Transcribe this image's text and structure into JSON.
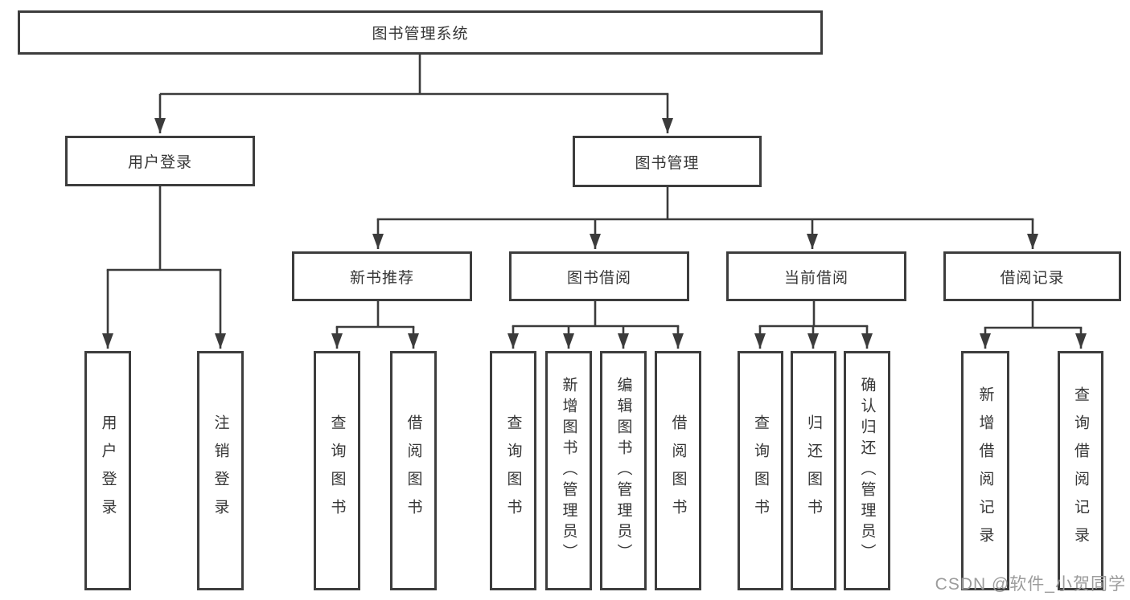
{
  "tree": {
    "root": {
      "label": "图书管理系统"
    },
    "branches": [
      {
        "label": "用户登录",
        "children": [
          {
            "label": "用户登录"
          },
          {
            "label": "注销登录"
          }
        ]
      },
      {
        "label": "图书管理",
        "children": [
          {
            "label": "新书推荐",
            "children": [
              {
                "label": "查询图书"
              },
              {
                "label": "借阅图书"
              }
            ]
          },
          {
            "label": "图书借阅",
            "children": [
              {
                "label": "查询图书"
              },
              {
                "label": "新增图书（管理员）"
              },
              {
                "label": "编辑图书（管理员）"
              },
              {
                "label": "借阅图书"
              }
            ]
          },
          {
            "label": "当前借阅",
            "children": [
              {
                "label": "查询图书"
              },
              {
                "label": "归还图书"
              },
              {
                "label": "确认归还（管理员）"
              }
            ]
          },
          {
            "label": "借阅记录",
            "children": [
              {
                "label": "新增借阅记录"
              },
              {
                "label": "查询借阅记录"
              }
            ]
          }
        ]
      }
    ]
  },
  "watermark": {
    "text": "CSDN @软件_小贺同学"
  }
}
